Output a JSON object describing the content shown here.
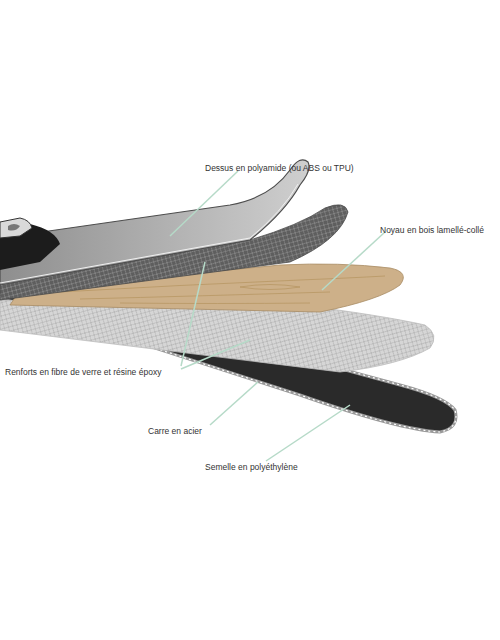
{
  "diagram": {
    "labels": [
      "Dessus en polyamide (ou ABS ou TPU)",
      "Noyau en bois lamellé-collé",
      "Renforts en fibre de verre et résine époxy",
      "Carre en acier",
      "Semelle en polyéthylène"
    ]
  }
}
